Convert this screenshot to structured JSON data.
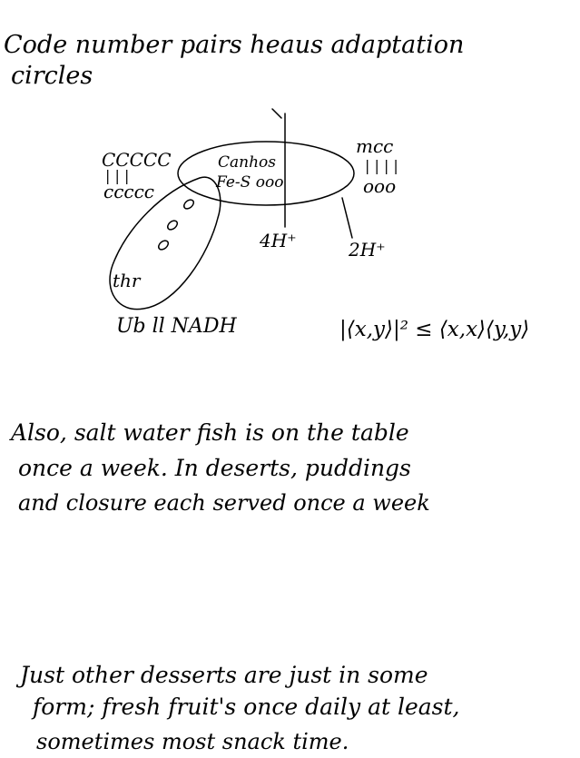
{
  "lines": {
    "l1": "Code number pairs heaus adaptation",
    "l2": "circles",
    "p1a": "Also, salt water fish is on the table",
    "p1b": "once a week. In deserts, puddings",
    "p1c": "and closure each served once a week",
    "p2a": "Just other desserts are just in some",
    "p2b": "form; fresh fruit's once daily at least,",
    "p2c": "sometimes most snack time."
  },
  "diagram": {
    "left_top_label": "CCCCC",
    "left_mid_label": "| | |",
    "left_bot_label": "ccccc",
    "right_top_label": "mcc",
    "right_mid_label": "| | | |",
    "right_bot_label": "ooo",
    "inner_top": "Canhos",
    "inner_mid": "Fe-S ooo",
    "tail_label": "thr",
    "below_left": "4H⁺",
    "below_right": "2H⁺",
    "bottom_label": "Ub ll NADH",
    "inequality": "|⟨x,y⟩|² ≤ ⟨x,x⟩⟨y,y⟩"
  }
}
